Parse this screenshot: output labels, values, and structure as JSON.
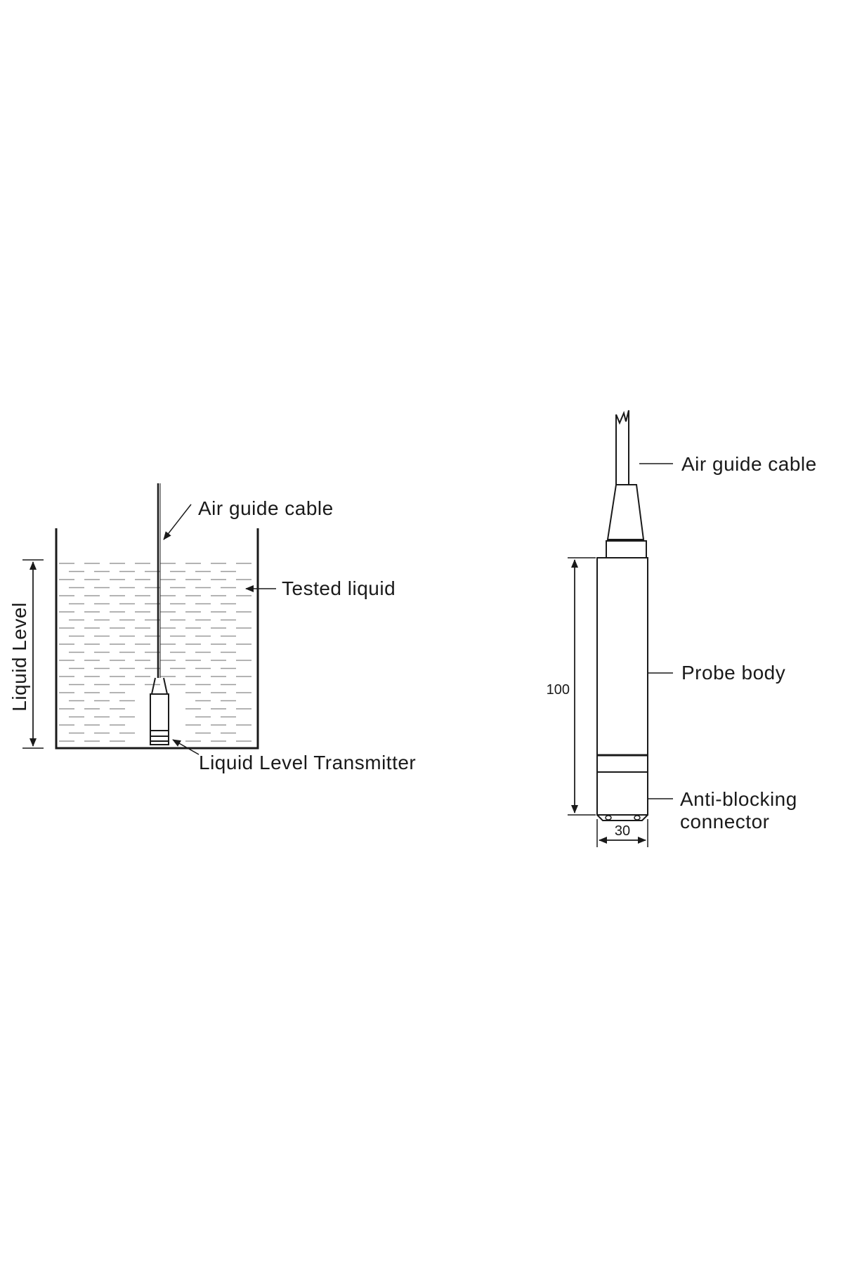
{
  "installation_diagram": {
    "air_guide_cable_label": "Air guide cable",
    "tested_liquid_label": "Tested liquid",
    "liquid_level_label": "Liquid Level",
    "transmitter_label": "Liquid Level Transmitter"
  },
  "probe_diagram": {
    "air_guide_cable_label": "Air guide cable",
    "probe_body_label": "Probe body",
    "anti_blocking_label_line1": "Anti-blocking",
    "anti_blocking_label_line2": "connector",
    "length_dimension": "100",
    "diameter_dimension": "30"
  }
}
